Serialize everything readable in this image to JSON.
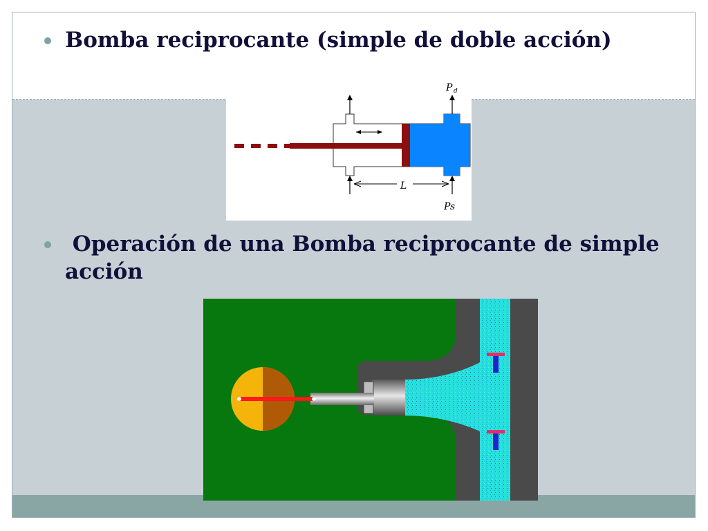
{
  "bullets": [
    {
      "text": "Bomba reciprocante (simple de doble acción)"
    },
    {
      "text": " Operación de una Bomba reciprocante de simple acción"
    }
  ],
  "diagram_labels": {
    "pd": "P",
    "pd_sub": "d",
    "length": "L",
    "ps": "Ps"
  },
  "colors": {
    "title_text": "#10103a",
    "bullet": "#7fa3a4",
    "content_band": "#c7d0d5",
    "footer_band": "#89a6a5",
    "piston_rod": "#8b0f0f",
    "chamber_fluid": "#0a84ff",
    "animation_background": "#06780e",
    "casing": "#4a4a4a",
    "water": "#27e0dc"
  }
}
